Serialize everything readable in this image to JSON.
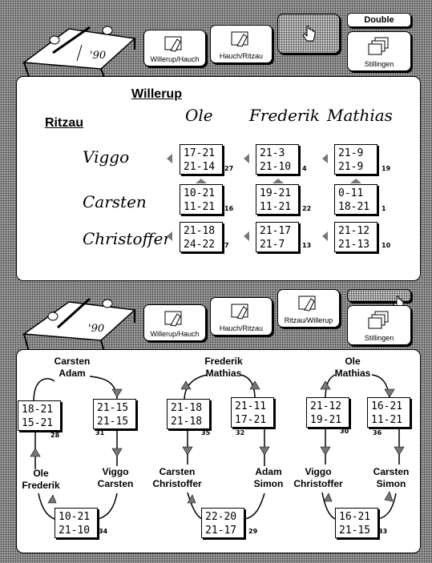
{
  "top_toolbar": {
    "logo_year": "'90",
    "buttons": [
      {
        "label": "Willerup/Hauch"
      },
      {
        "label": "Hauch/Ritzau"
      }
    ],
    "double_label": "Double",
    "stillingen_label": "Stillingen"
  },
  "top_panel": {
    "team_col": "Willerup",
    "team_row": "Ritzau",
    "columns": [
      "Ole",
      "Frederik",
      "Mathias"
    ],
    "rows": [
      {
        "name": "Viggo",
        "cells": [
          {
            "line1": "17-21",
            "line2": "21-14",
            "num": "27"
          },
          {
            "line1": "21-3",
            "line2": "21-10",
            "num": "4"
          },
          {
            "line1": "21-9",
            "line2": "21-9",
            "num": "19"
          }
        ]
      },
      {
        "name": "Carsten",
        "cells": [
          {
            "line1": "10-21",
            "line2": "11-21",
            "num": "16"
          },
          {
            "line1": "19-21",
            "line2": "11-21",
            "num": "22"
          },
          {
            "line1": "0-11",
            "line2": "18-21",
            "num": "1"
          }
        ]
      },
      {
        "name": "Christoffer",
        "cells": [
          {
            "line1": "21-18",
            "line2": "24-22",
            "num": "7"
          },
          {
            "line1": "21-17",
            "line2": "21-7",
            "num": "13"
          },
          {
            "line1": "21-12",
            "line2": "21-13",
            "num": "10"
          }
        ]
      }
    ]
  },
  "bottom_toolbar": {
    "logo_year": "'90",
    "buttons": [
      {
        "label": "Willerup/Hauch"
      },
      {
        "label": "Hauch/Ritzau"
      },
      {
        "label": "Ritzau/Willerup"
      }
    ],
    "stillingen_label": "Stillingen"
  },
  "bottom_panel": {
    "groups": [
      {
        "top_pair": [
          "Carsten",
          "Adam"
        ],
        "left_pair": [
          "Ole",
          "Frederik"
        ],
        "right_pair": [
          "Viggo",
          "Carsten"
        ],
        "left_score": {
          "line1": "18-21",
          "line2": "15-21",
          "num": "28"
        },
        "right_score": {
          "line1": "21-15",
          "line2": "21-15",
          "num": "31"
        },
        "bottom_score": {
          "line1": "10-21",
          "line2": "21-10",
          "num": "34"
        }
      },
      {
        "top_pair": [
          "Frederik",
          "Mathias"
        ],
        "left_pair": [
          "Carsten",
          "Christoffer"
        ],
        "right_pair": [
          "Adam",
          "Simon"
        ],
        "left_score": {
          "line1": "21-18",
          "line2": "21-18",
          "num": "35"
        },
        "right_score": {
          "line1": "21-11",
          "line2": "17-21",
          "num": "32"
        },
        "bottom_score": {
          "line1": "22-20",
          "line2": "21-17",
          "num": "29"
        }
      },
      {
        "top_pair": [
          "Ole",
          "Mathias"
        ],
        "left_pair": [
          "Viggo",
          "Christoffer"
        ],
        "right_pair": [
          "Carsten",
          "Simon"
        ],
        "left_score": {
          "line1": "21-12",
          "line2": "19-21",
          "num": "30"
        },
        "right_score": {
          "line1": "16-21",
          "line2": "11-21",
          "num": "36"
        },
        "bottom_score": {
          "line1": "16-21",
          "line2": "21-15",
          "num": "33"
        }
      }
    ]
  }
}
